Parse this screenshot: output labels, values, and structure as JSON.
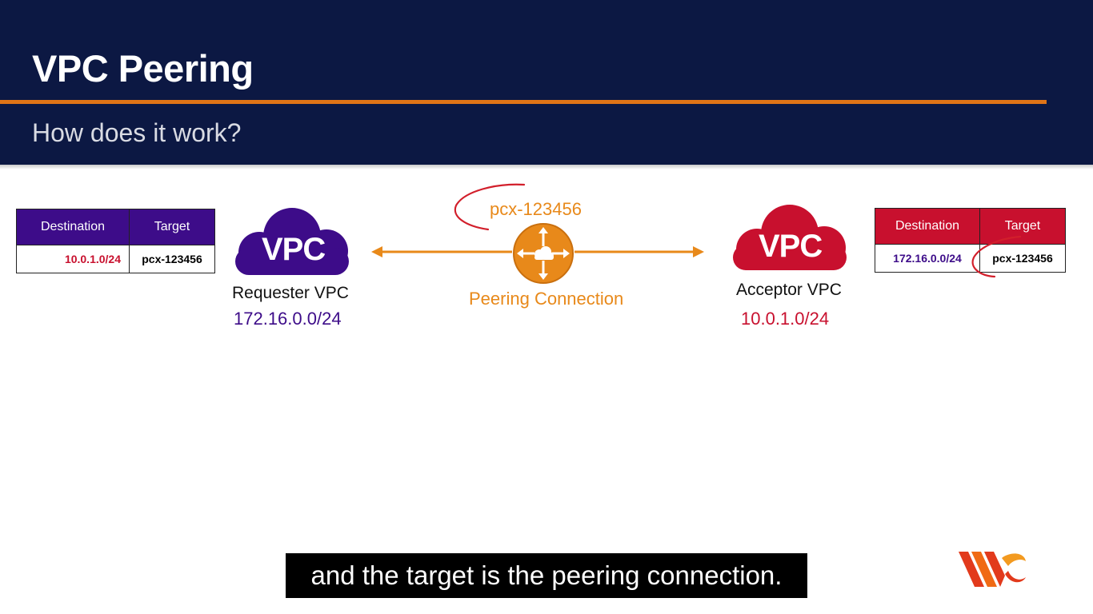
{
  "slide": {
    "title": "VPC Peering",
    "subtitle": "How does it work?"
  },
  "left_route_table": {
    "headers": [
      "Destination",
      "Target"
    ],
    "rows": [
      [
        "10.0.1.0/24",
        "pcx-123456"
      ]
    ]
  },
  "right_route_table": {
    "headers": [
      "Destination",
      "Target"
    ],
    "rows": [
      [
        "172.16.0.0/24",
        "pcx-123456"
      ]
    ]
  },
  "requester": {
    "cloud_text": "VPC",
    "label": "Requester VPC",
    "cidr": "172.16.0.0/24",
    "color": "#3d0c89"
  },
  "acceptor": {
    "cloud_text": "VPC",
    "label": "Acceptor VPC",
    "cidr": "10.0.1.0/24",
    "color": "#c8102e"
  },
  "peering": {
    "id": "pcx-123456",
    "label": "Peering Connection",
    "color": "#e8891a",
    "icon": "peering-router-icon"
  },
  "caption": "and the target is the peering connection.",
  "colors": {
    "header_bg": "#0c1843",
    "accent_rule": "#e07417"
  }
}
